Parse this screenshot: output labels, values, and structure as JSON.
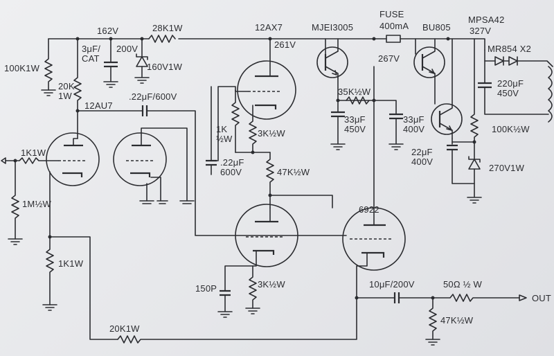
{
  "labels": {
    "v162": "162V",
    "r28k": "28K1W",
    "t12ax7": "12AX7",
    "q_mje": "MJEI3005",
    "fuse": "FUSE",
    "fuse_rating": "400mA",
    "q_bu": "BU805",
    "q_mpsa": "MPSA42",
    "v327": "327V",
    "v261": "261V",
    "v267": "267V",
    "c3u": "3μF/\nCAT",
    "v200": "200V",
    "z160": "160V1W",
    "r100k_top": "100K1W",
    "r20k_top": "20K\n1W",
    "t12au7": "12AU7",
    "c22u_top": ".22μF/600V",
    "mr854": "MR854 X2",
    "c220u": "220μF\n450V",
    "r35k": "35K½W",
    "c33u_a": "33μF\n450V",
    "c33u_b": "33μF\n400V",
    "r100k_half": "100K½W",
    "c22u_reg": "22μF\n400V",
    "z270": "270V1W",
    "r1k1w_in": "1K1W",
    "r1k_half": "1K\n½W",
    "r3k_a": "3K½W",
    "c22u_mid": ".22μF\n600V",
    "r47k_mid": "47K½W",
    "r1m": "1M½W",
    "t6922": "6922",
    "r1k1w_cath": "1K1W",
    "c150p": "150P",
    "r3k_b": "3K½W",
    "c10u": "10μF/200V",
    "r50": "50Ω ½ W",
    "out": "OUT",
    "r47k_out": "47K½W",
    "r20k_fb": "20K1W"
  }
}
